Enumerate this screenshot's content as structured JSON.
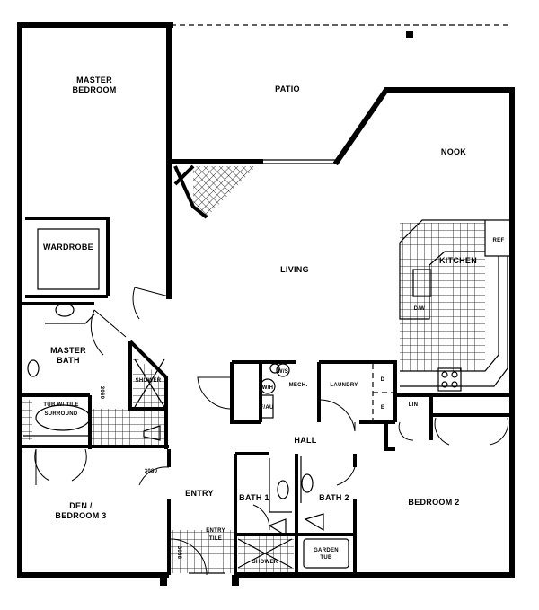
{
  "rooms": {
    "master_bedroom_1": "MASTER",
    "master_bedroom_2": "BEDROOM",
    "patio": "PATIO",
    "nook": "NOOK",
    "wardrobe": "WARDROBE",
    "living": "LIVING",
    "kitchen": "KITCHEN",
    "master_bath_1": "MASTER",
    "master_bath_2": "BATH",
    "tub_1": "TUB W/ TILE",
    "tub_2": "SURROUND",
    "mech": "MECH.",
    "laundry": "LAUNDRY",
    "hall": "HALL",
    "entry": "ENTRY",
    "bath1": "BATH 1",
    "bath2": "BATH 2",
    "den_1": "DEN /",
    "den_2": "BEDROOM 3",
    "bedroom2": "BEDROOM 2"
  },
  "fixtures": {
    "ref": "REF",
    "dw": "D/W",
    "ws": "W/S",
    "wh": "W/H",
    "fau": "F/AU",
    "d": "D",
    "e": "E",
    "lin": "LIN",
    "shower": "SHOWER",
    "entry_tile_1": "ENTRY",
    "entry_tile_2": "TILE",
    "garden_tub_1": "GARDEN",
    "garden_tub_2": "TUB",
    "shower2": "SHOWER"
  },
  "door_sizes": {
    "master_bath_door": "3060",
    "den_door": "3080",
    "entry_door": "3068"
  }
}
